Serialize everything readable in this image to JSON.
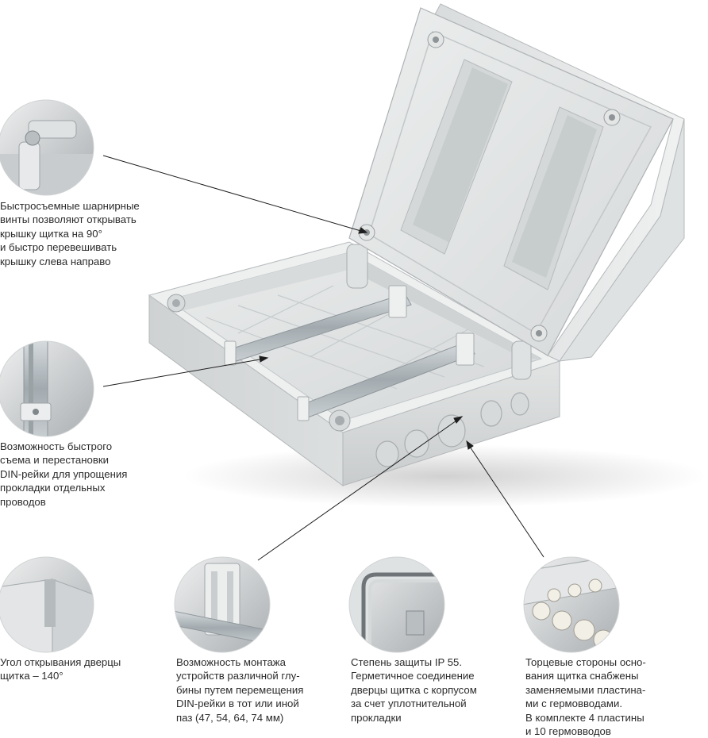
{
  "features": {
    "hinges": {
      "icon": "hinge-closeup-icon",
      "lines": [
        "Быстросъемные шарнирные",
        "винты позволяют открывать",
        "крышку щитка на 90°",
        "и быстро перевешивать",
        "крышку слева направо"
      ]
    },
    "din_rail": {
      "icon": "din-rail-closeup-icon",
      "lines": [
        "Возможность быстрого",
        "съема и перестановки",
        "DIN-рейки для упрощения",
        "прокладки отдельных",
        "проводов"
      ]
    },
    "door_angle": {
      "icon": "door-angle-closeup-icon",
      "lines": [
        "Угол открывания дверцы",
        "щитка – 140°"
      ]
    },
    "depth": {
      "icon": "rail-depth-closeup-icon",
      "lines": [
        "Возможность монтажа",
        "устройств различной глу-",
        "бины путем перемещения",
        "DIN-рейки в тот или иной",
        "паз (47, 54, 64, 74 мм)"
      ]
    },
    "ip55": {
      "icon": "gasket-closeup-icon",
      "lines": [
        "Степень защиты IP 55.",
        "Герметичное соединение",
        "дверцы щитка с корпусом",
        "за счет уплотнительной",
        "прокладки"
      ]
    },
    "glands": {
      "icon": "cable-gland-closeup-icon",
      "lines": [
        "Торцевые стороны осно-",
        "вания щитка снабжены",
        "заменяемыми пластина-",
        "ми с гермовводами.",
        "В комплекте 4 пластины",
        "и 10 гермовводов"
      ]
    }
  },
  "colors": {
    "plastic": "#e4e6e6",
    "shadow": "#b9bdbe",
    "metal": "#a9b0b4",
    "text": "#2b2b2b"
  }
}
